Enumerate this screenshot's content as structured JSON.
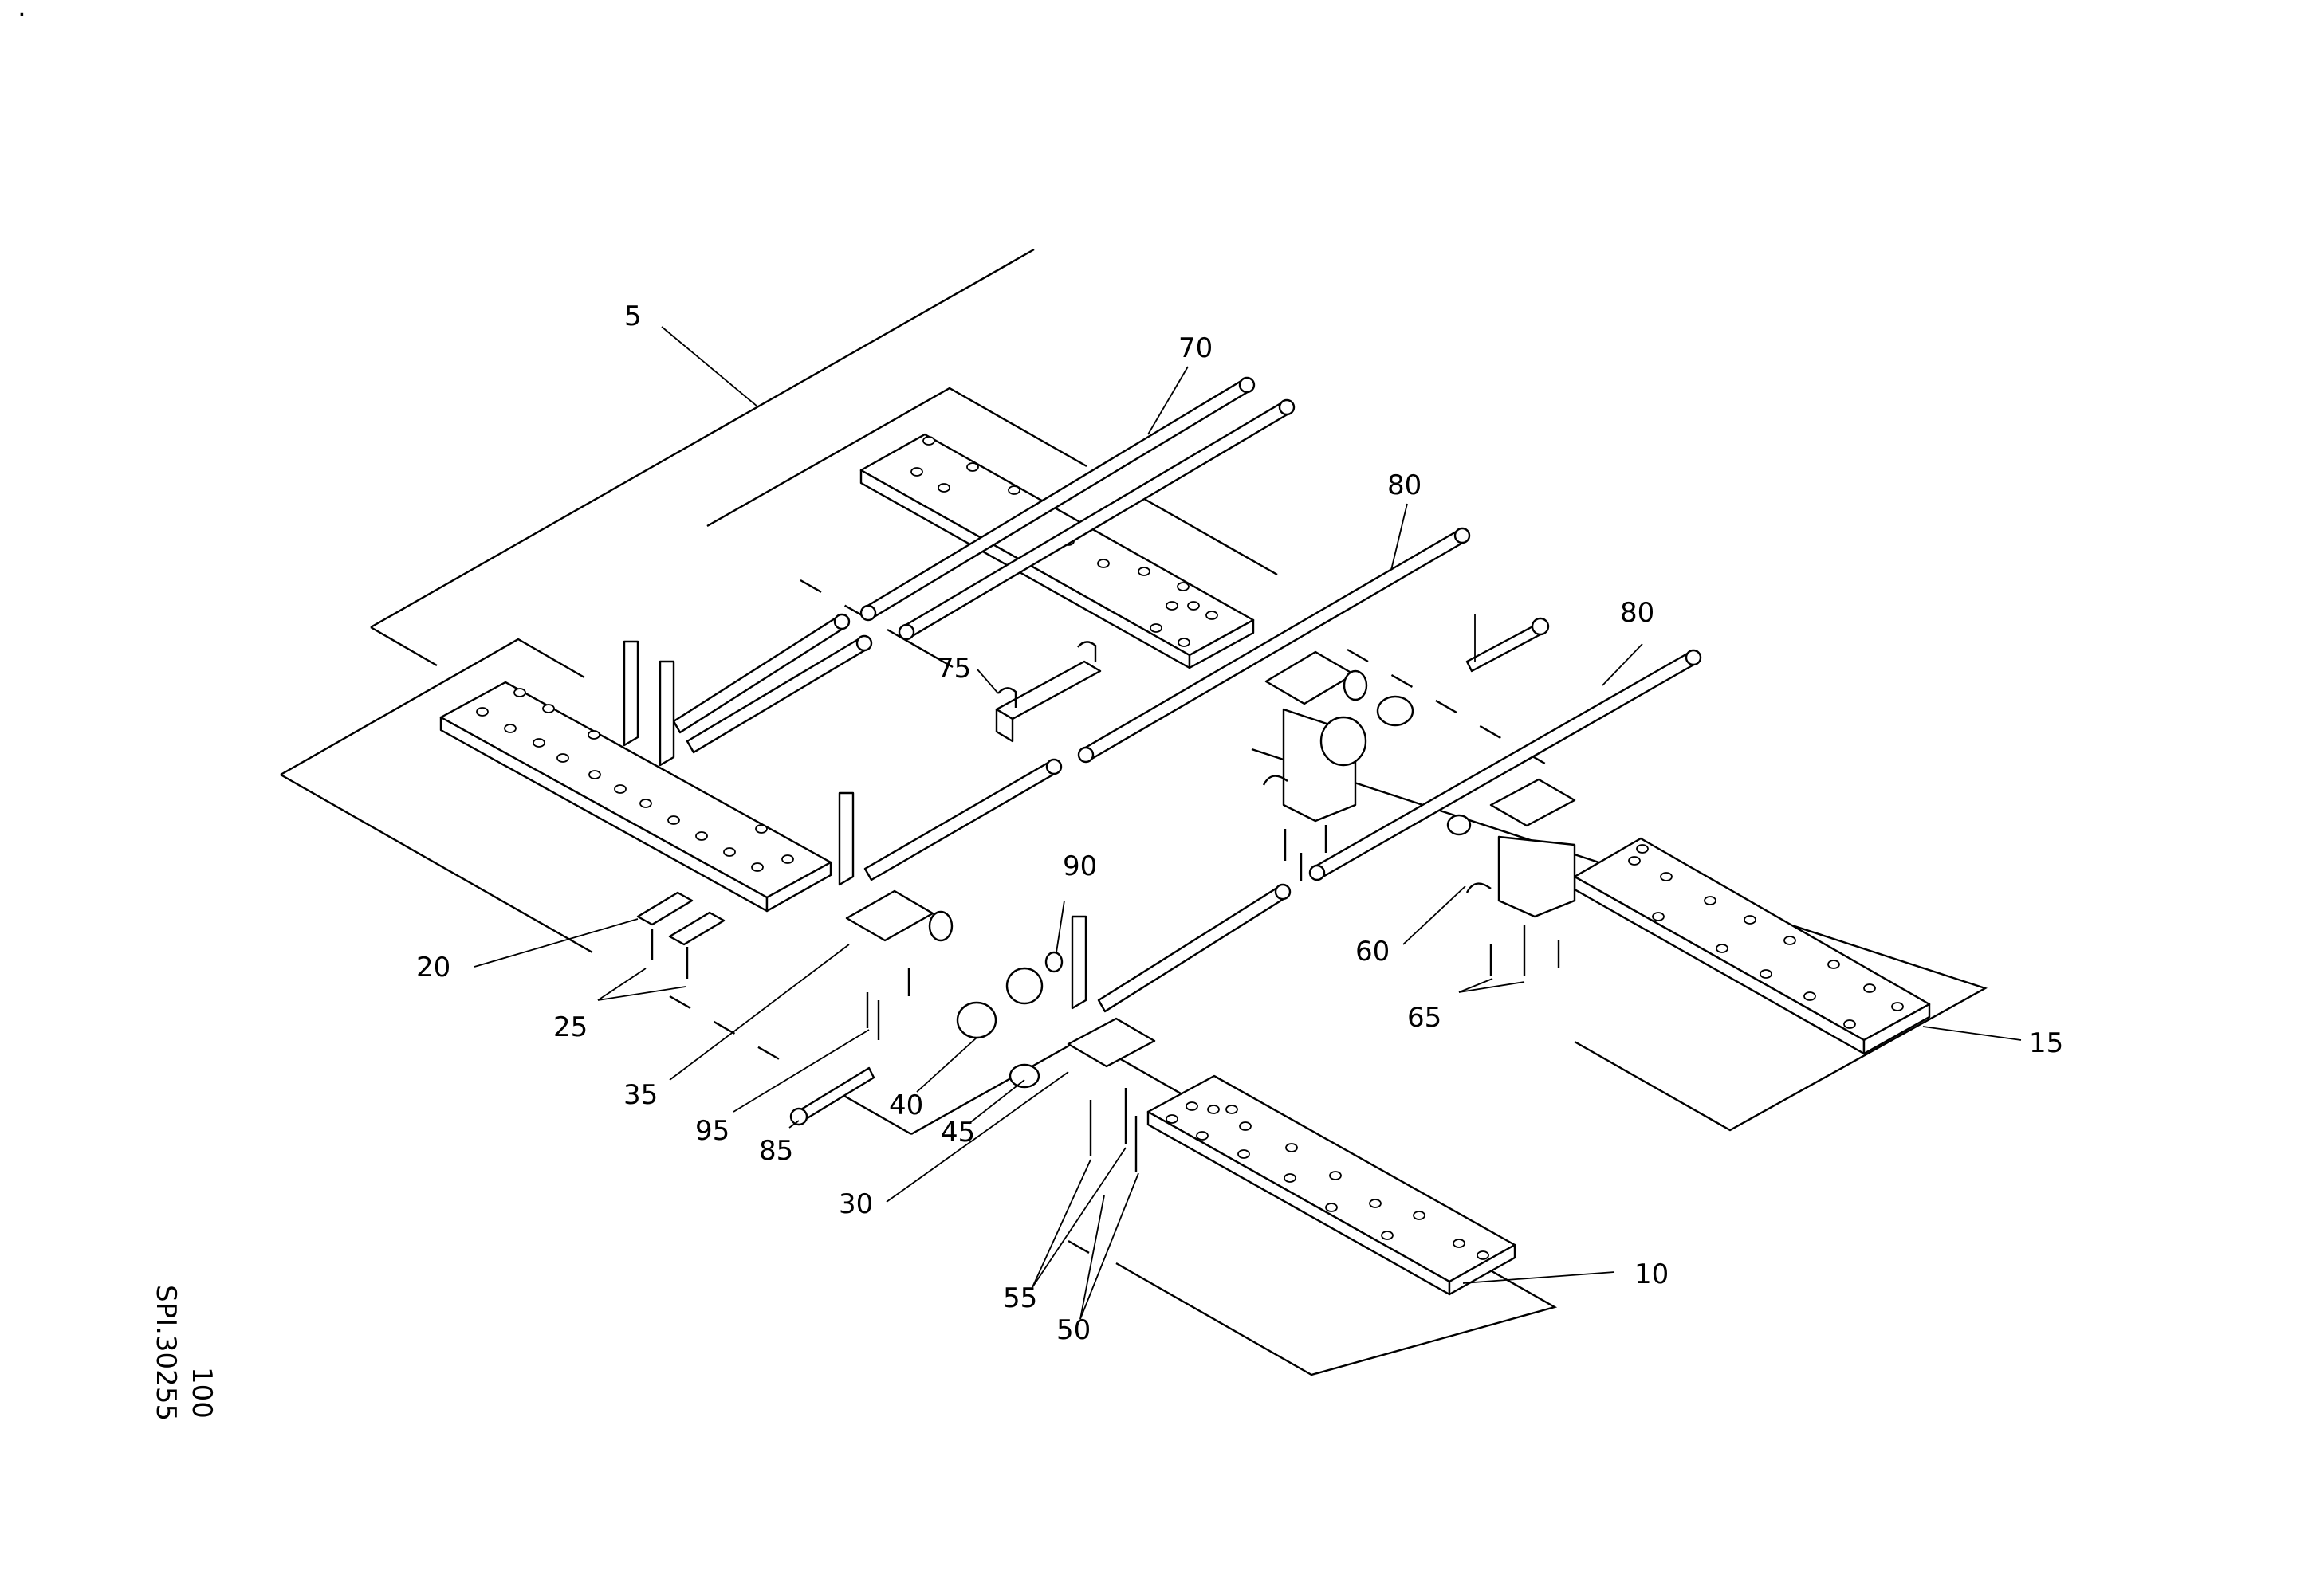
{
  "drawing": {
    "callouts": [
      {
        "id": "5",
        "label": "5"
      },
      {
        "id": "10",
        "label": "10"
      },
      {
        "id": "15",
        "label": "15"
      },
      {
        "id": "20",
        "label": "20"
      },
      {
        "id": "25",
        "label": "25"
      },
      {
        "id": "30",
        "label": "30"
      },
      {
        "id": "35",
        "label": "35"
      },
      {
        "id": "40",
        "label": "40"
      },
      {
        "id": "45",
        "label": "45"
      },
      {
        "id": "50",
        "label": "50"
      },
      {
        "id": "55",
        "label": "55"
      },
      {
        "id": "60",
        "label": "60"
      },
      {
        "id": "65",
        "label": "65"
      },
      {
        "id": "70",
        "label": "70"
      },
      {
        "id": "75",
        "label": "75"
      },
      {
        "id": "80a",
        "label": "80"
      },
      {
        "id": "80b",
        "label": "80"
      },
      {
        "id": "85",
        "label": "85"
      },
      {
        "id": "90",
        "label": "90"
      },
      {
        "id": "95",
        "label": "95"
      }
    ],
    "reference": {
      "code": "SPI.30255",
      "page": "100"
    },
    "corner_mark": "."
  }
}
